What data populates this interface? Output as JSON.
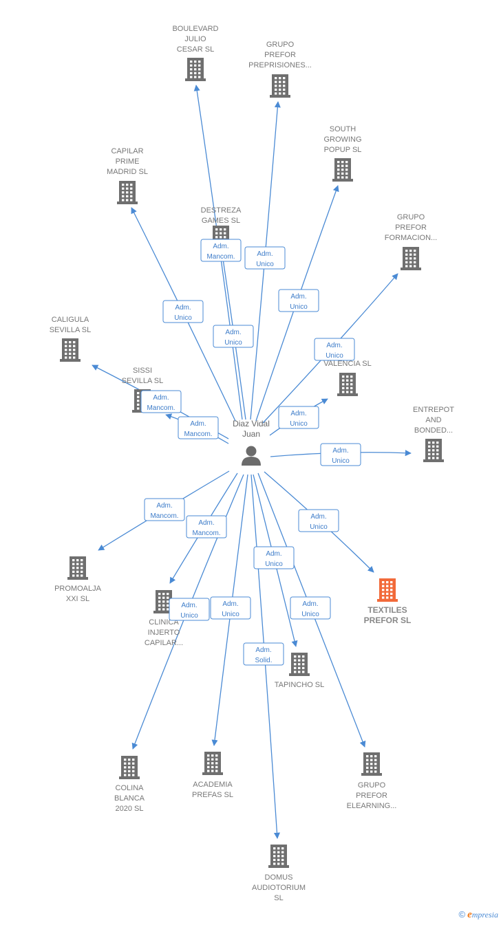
{
  "colors": {
    "edge": "#4a8ad4",
    "badge_text": "#3d7cc9",
    "building": "#6f6f6f",
    "building_highlight": "#f26a3a",
    "person": "#6b6b6b",
    "label": "#777777"
  },
  "center": {
    "icon": "person-icon",
    "label_lines": [
      "Diaz Vidal",
      "Juan"
    ]
  },
  "nodes": [
    {
      "id": "boulevard",
      "icon": "building-icon",
      "label_lines": [
        "BOULEVARD",
        "JULIO",
        "CESAR  SL"
      ],
      "highlight": false
    },
    {
      "id": "grupo-preprisiones",
      "icon": "building-icon",
      "label_lines": [
        "GRUPO",
        "PREFOR",
        "PREPRISIONES..."
      ],
      "highlight": false
    },
    {
      "id": "south-growing",
      "icon": "building-icon",
      "label_lines": [
        "SOUTH",
        "GROWING",
        "POPUP  SL"
      ],
      "highlight": false
    },
    {
      "id": "capilar-prime-madrid",
      "icon": "building-icon",
      "label_lines": [
        "CAPILAR",
        "PRIME",
        "MADRID  SL"
      ],
      "highlight": false
    },
    {
      "id": "destreza-games",
      "icon": "building-icon",
      "label_lines": [
        "DESTREZA",
        "GAMES  SL"
      ],
      "highlight": false
    },
    {
      "id": "grupo-formacion",
      "icon": "building-icon",
      "label_lines": [
        "GRUPO",
        "PREFOR",
        "FORMACION..."
      ],
      "highlight": false
    },
    {
      "id": "caligula",
      "icon": "building-icon",
      "label_lines": [
        "CALIGULA",
        "SEVILLA  SL"
      ],
      "highlight": false
    },
    {
      "id": "capilar-valencia",
      "icon": "building-icon",
      "label_lines": [
        "LAR",
        "ME",
        "VALENCIA  SL"
      ],
      "highlight": false
    },
    {
      "id": "sissi",
      "icon": "building-icon",
      "label_lines": [
        "SISSI",
        "SEVILLA  SL"
      ],
      "highlight": false
    },
    {
      "id": "entrepot",
      "icon": "building-icon",
      "label_lines": [
        "ENTREPOT",
        "AND",
        "BONDED..."
      ],
      "highlight": false
    },
    {
      "id": "promoalja",
      "icon": "building-icon",
      "label_lines": [
        "PROMOALJA",
        "XXI  SL"
      ],
      "highlight": false
    },
    {
      "id": "clinica",
      "icon": "building-icon",
      "label_lines": [
        "CLINICA",
        "INJERTO",
        "CAPILAR..."
      ],
      "highlight": false
    },
    {
      "id": "textiles",
      "icon": "building-icon",
      "label_lines": [
        "TEXTILES",
        "PREFOR  SL"
      ],
      "highlight": true
    },
    {
      "id": "tapincho",
      "icon": "building-icon",
      "label_lines": [
        "TAPINCHO  SL"
      ],
      "highlight": false
    },
    {
      "id": "colina",
      "icon": "building-icon",
      "label_lines": [
        "COLINA",
        "BLANCA",
        "2020  SL"
      ],
      "highlight": false
    },
    {
      "id": "academia",
      "icon": "building-icon",
      "label_lines": [
        "ACADEMIA",
        "PREFAS  SL"
      ],
      "highlight": false
    },
    {
      "id": "grupo-elearning",
      "icon": "building-icon",
      "label_lines": [
        "GRUPO",
        "PREFOR",
        "ELEARNING..."
      ],
      "highlight": false
    },
    {
      "id": "domus",
      "icon": "building-icon",
      "label_lines": [
        "DOMUS",
        "AUDIOTORIUM",
        "SL"
      ],
      "highlight": false
    }
  ],
  "edges": [
    {
      "target": "boulevard",
      "badge_lines": [
        "Adm.",
        "Mancom."
      ]
    },
    {
      "target": "grupo-preprisiones",
      "badge_lines": [
        "Adm.",
        "Unico"
      ]
    },
    {
      "target": "south-growing",
      "badge_lines": [
        "Adm.",
        "Unico"
      ]
    },
    {
      "target": "capilar-prime-madrid",
      "badge_lines": [
        "Adm.",
        "Unico"
      ]
    },
    {
      "target": "destreza-games",
      "badge_lines": [
        "Adm.",
        "Unico"
      ]
    },
    {
      "target": "grupo-formacion",
      "badge_lines": [
        "Adm.",
        "Unico"
      ]
    },
    {
      "target": "caligula",
      "badge_lines": [
        "Adm.",
        "Mancom."
      ]
    },
    {
      "target": "capilar-valencia",
      "badge_lines": [
        "Adm.",
        "Unico"
      ]
    },
    {
      "target": "sissi",
      "badge_lines": [
        "Adm.",
        "Mancom."
      ]
    },
    {
      "target": "entrepot",
      "badge_lines": [
        "Adm.",
        "Unico"
      ]
    },
    {
      "target": "promoalja",
      "badge_lines": [
        "Adm.",
        "Mancom."
      ]
    },
    {
      "target": "clinica",
      "badge_lines": [
        "Adm.",
        "Mancom."
      ]
    },
    {
      "target": "textiles",
      "badge_lines": [
        "Adm.",
        "Unico"
      ]
    },
    {
      "target": "tapincho",
      "badge_lines": [
        "Adm.",
        "Unico"
      ]
    },
    {
      "target": "colina",
      "badge_lines": [
        "Adm.",
        "Unico"
      ]
    },
    {
      "target": "academia",
      "badge_lines": [
        "Adm.",
        "Unico"
      ]
    },
    {
      "target": "grupo-elearning",
      "badge_lines": [
        "Adm.",
        "Unico"
      ]
    },
    {
      "target": "domus",
      "badge_lines": [
        "Adm.",
        "Solid."
      ]
    }
  ],
  "footer": {
    "copyright_symbol": "©",
    "brand_initial": "e",
    "brand_rest": "mpresia"
  }
}
